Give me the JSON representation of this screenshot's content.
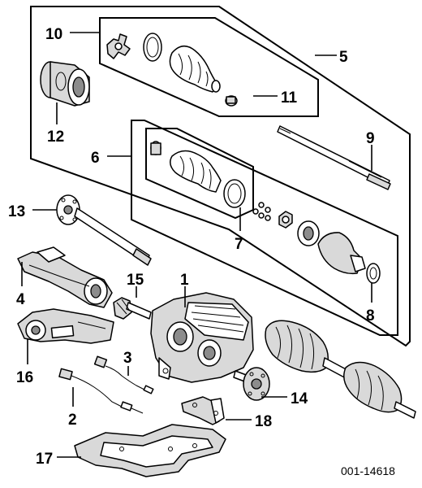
{
  "diagram": {
    "callouts": [
      {
        "id": "1",
        "label": "1"
      },
      {
        "id": "2",
        "label": "2"
      },
      {
        "id": "3",
        "label": "3"
      },
      {
        "id": "4",
        "label": "4"
      },
      {
        "id": "5",
        "label": "5"
      },
      {
        "id": "6",
        "label": "6"
      },
      {
        "id": "7",
        "label": "7"
      },
      {
        "id": "8",
        "label": "8"
      },
      {
        "id": "9",
        "label": "9"
      },
      {
        "id": "10",
        "label": "10"
      },
      {
        "id": "11",
        "label": "11"
      },
      {
        "id": "12",
        "label": "12"
      },
      {
        "id": "13",
        "label": "13"
      },
      {
        "id": "14",
        "label": "14"
      },
      {
        "id": "15",
        "label": "15"
      },
      {
        "id": "16",
        "label": "16"
      },
      {
        "id": "17",
        "label": "17"
      },
      {
        "id": "18",
        "label": "18"
      }
    ],
    "reference_code": "001-14618"
  }
}
